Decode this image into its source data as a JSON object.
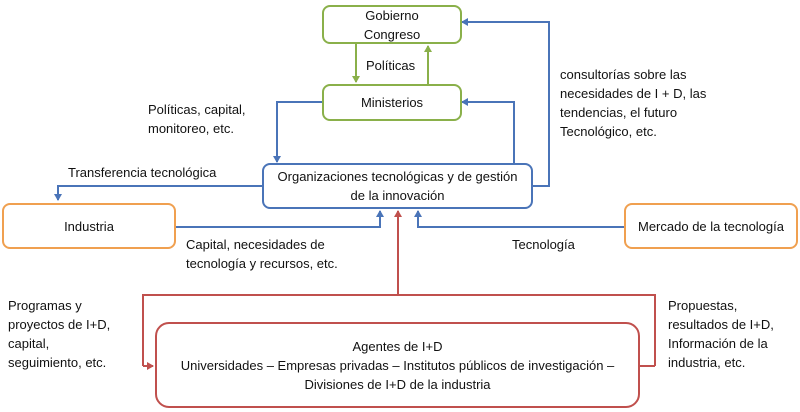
{
  "boxes": {
    "gobierno": [
      "Gobierno",
      "Congreso"
    ],
    "ministerios": "Ministerios",
    "organizaciones": [
      "Organizaciones tecnológicas y de gestión",
      "de la innovación"
    ],
    "industria": "Industria",
    "mercado": "Mercado de la tecnología",
    "agentes": [
      "Agentes de I+D",
      "Universidades – Empresas privadas – Institutos públicos de investigación –",
      "Divisiones de I+D de la industria"
    ]
  },
  "labels": {
    "politicas": "Políticas",
    "politicas_capital": [
      "Políticas, capital,",
      "monitoreo,  etc."
    ],
    "consultorias": [
      "consultorías sobre las",
      "necesidades de I + D, las",
      "tendencias, el futuro",
      "Tecnológico, etc."
    ],
    "transferencia": "Transferencia tecnológica",
    "capital_necesidades": [
      "Capital, necesidades de",
      "tecnología y recursos, etc."
    ],
    "tecnologia": "Tecnología",
    "programas": [
      "Programas y",
      "proyectos de I+D,",
      "capital,",
      "seguimiento, etc."
    ],
    "propuestas": [
      "Propuestas,",
      "resultados de I+D,",
      "Información de la",
      "industria, etc."
    ]
  },
  "colors": {
    "green": "#8ab04a",
    "blue": "#4a74b8",
    "orange": "#f0a050",
    "red": "#c0504d"
  }
}
